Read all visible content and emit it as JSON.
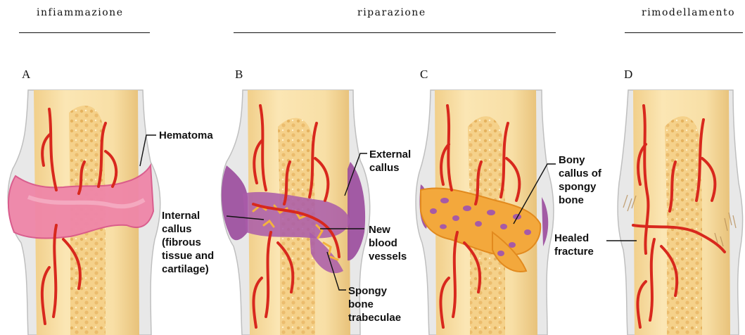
{
  "phases": {
    "inflammation": "infiammazione",
    "repair": "riparazione",
    "remodeling": "rimodellamento"
  },
  "panels": {
    "a": {
      "letter": "A",
      "labels": {
        "hematoma": "Hematoma"
      }
    },
    "b": {
      "letter": "B",
      "labels": {
        "external_callus": "External\ncallus",
        "internal_callus": "Internal\ncallus\n(fibrous\ntissue and\ncartilage)",
        "new_blood_vessels": "New\nblood\nvessels",
        "spongy_bone_trabeculae": "Spongy\nbone\ntrabeculae"
      }
    },
    "c": {
      "letter": "C",
      "labels": {
        "bony_callus": "Bony\ncallus of\nspongy\nbone"
      }
    },
    "d": {
      "letter": "D",
      "labels": {
        "healed_fracture": "Healed\nfracture"
      }
    }
  },
  "colors": {
    "bone": "#f7dca0",
    "bone_edge": "#d9b46a",
    "sheath": "#e6e6e6",
    "spongy": "#e6b85c",
    "vessel": "#d8281d",
    "hematoma": "#ef7fa3",
    "external_callus": "#8e3f8f",
    "callus_orange": "#f3a83c",
    "callus_purple": "#a65aa6"
  }
}
